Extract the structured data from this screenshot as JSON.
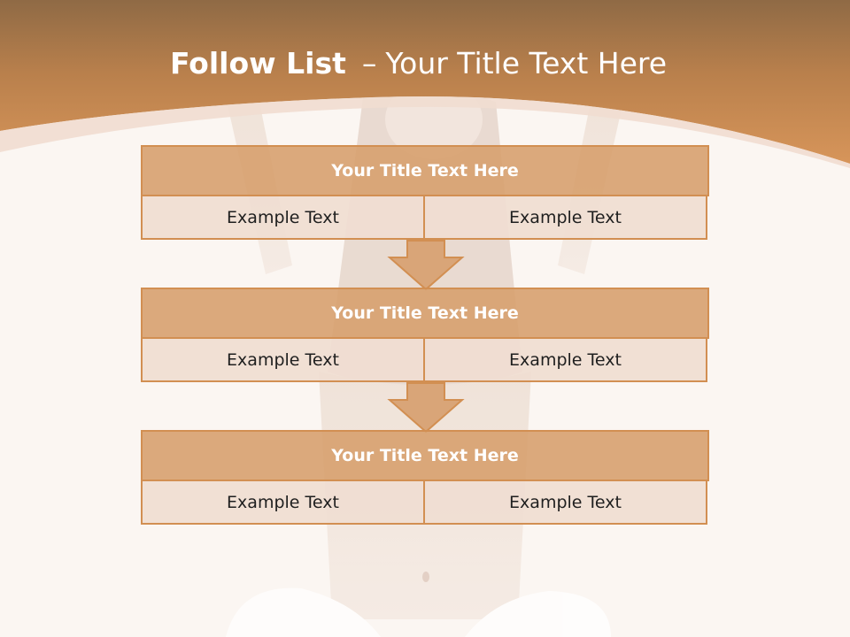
{
  "slide": {
    "title_bold": "Follow List",
    "title_sep": "–",
    "title_rest": "Your Title Text Here"
  },
  "colors": {
    "header": "#c98c4f",
    "box_title": "#d69e6b",
    "box_border": "#d28f52",
    "box_cell": "#f0ddd1",
    "background": "#fbf6f2"
  },
  "stages": [
    {
      "title": "Your Title Text Here",
      "left": "Example Text",
      "right": "Example Text"
    },
    {
      "title": "Your Title Text Here",
      "left": "Example Text",
      "right": "Example Text"
    },
    {
      "title": "Your Title Text Here",
      "left": "Example Text",
      "right": "Example Text"
    }
  ],
  "icons": [
    "down-arrow-icon",
    "down-arrow-icon"
  ]
}
